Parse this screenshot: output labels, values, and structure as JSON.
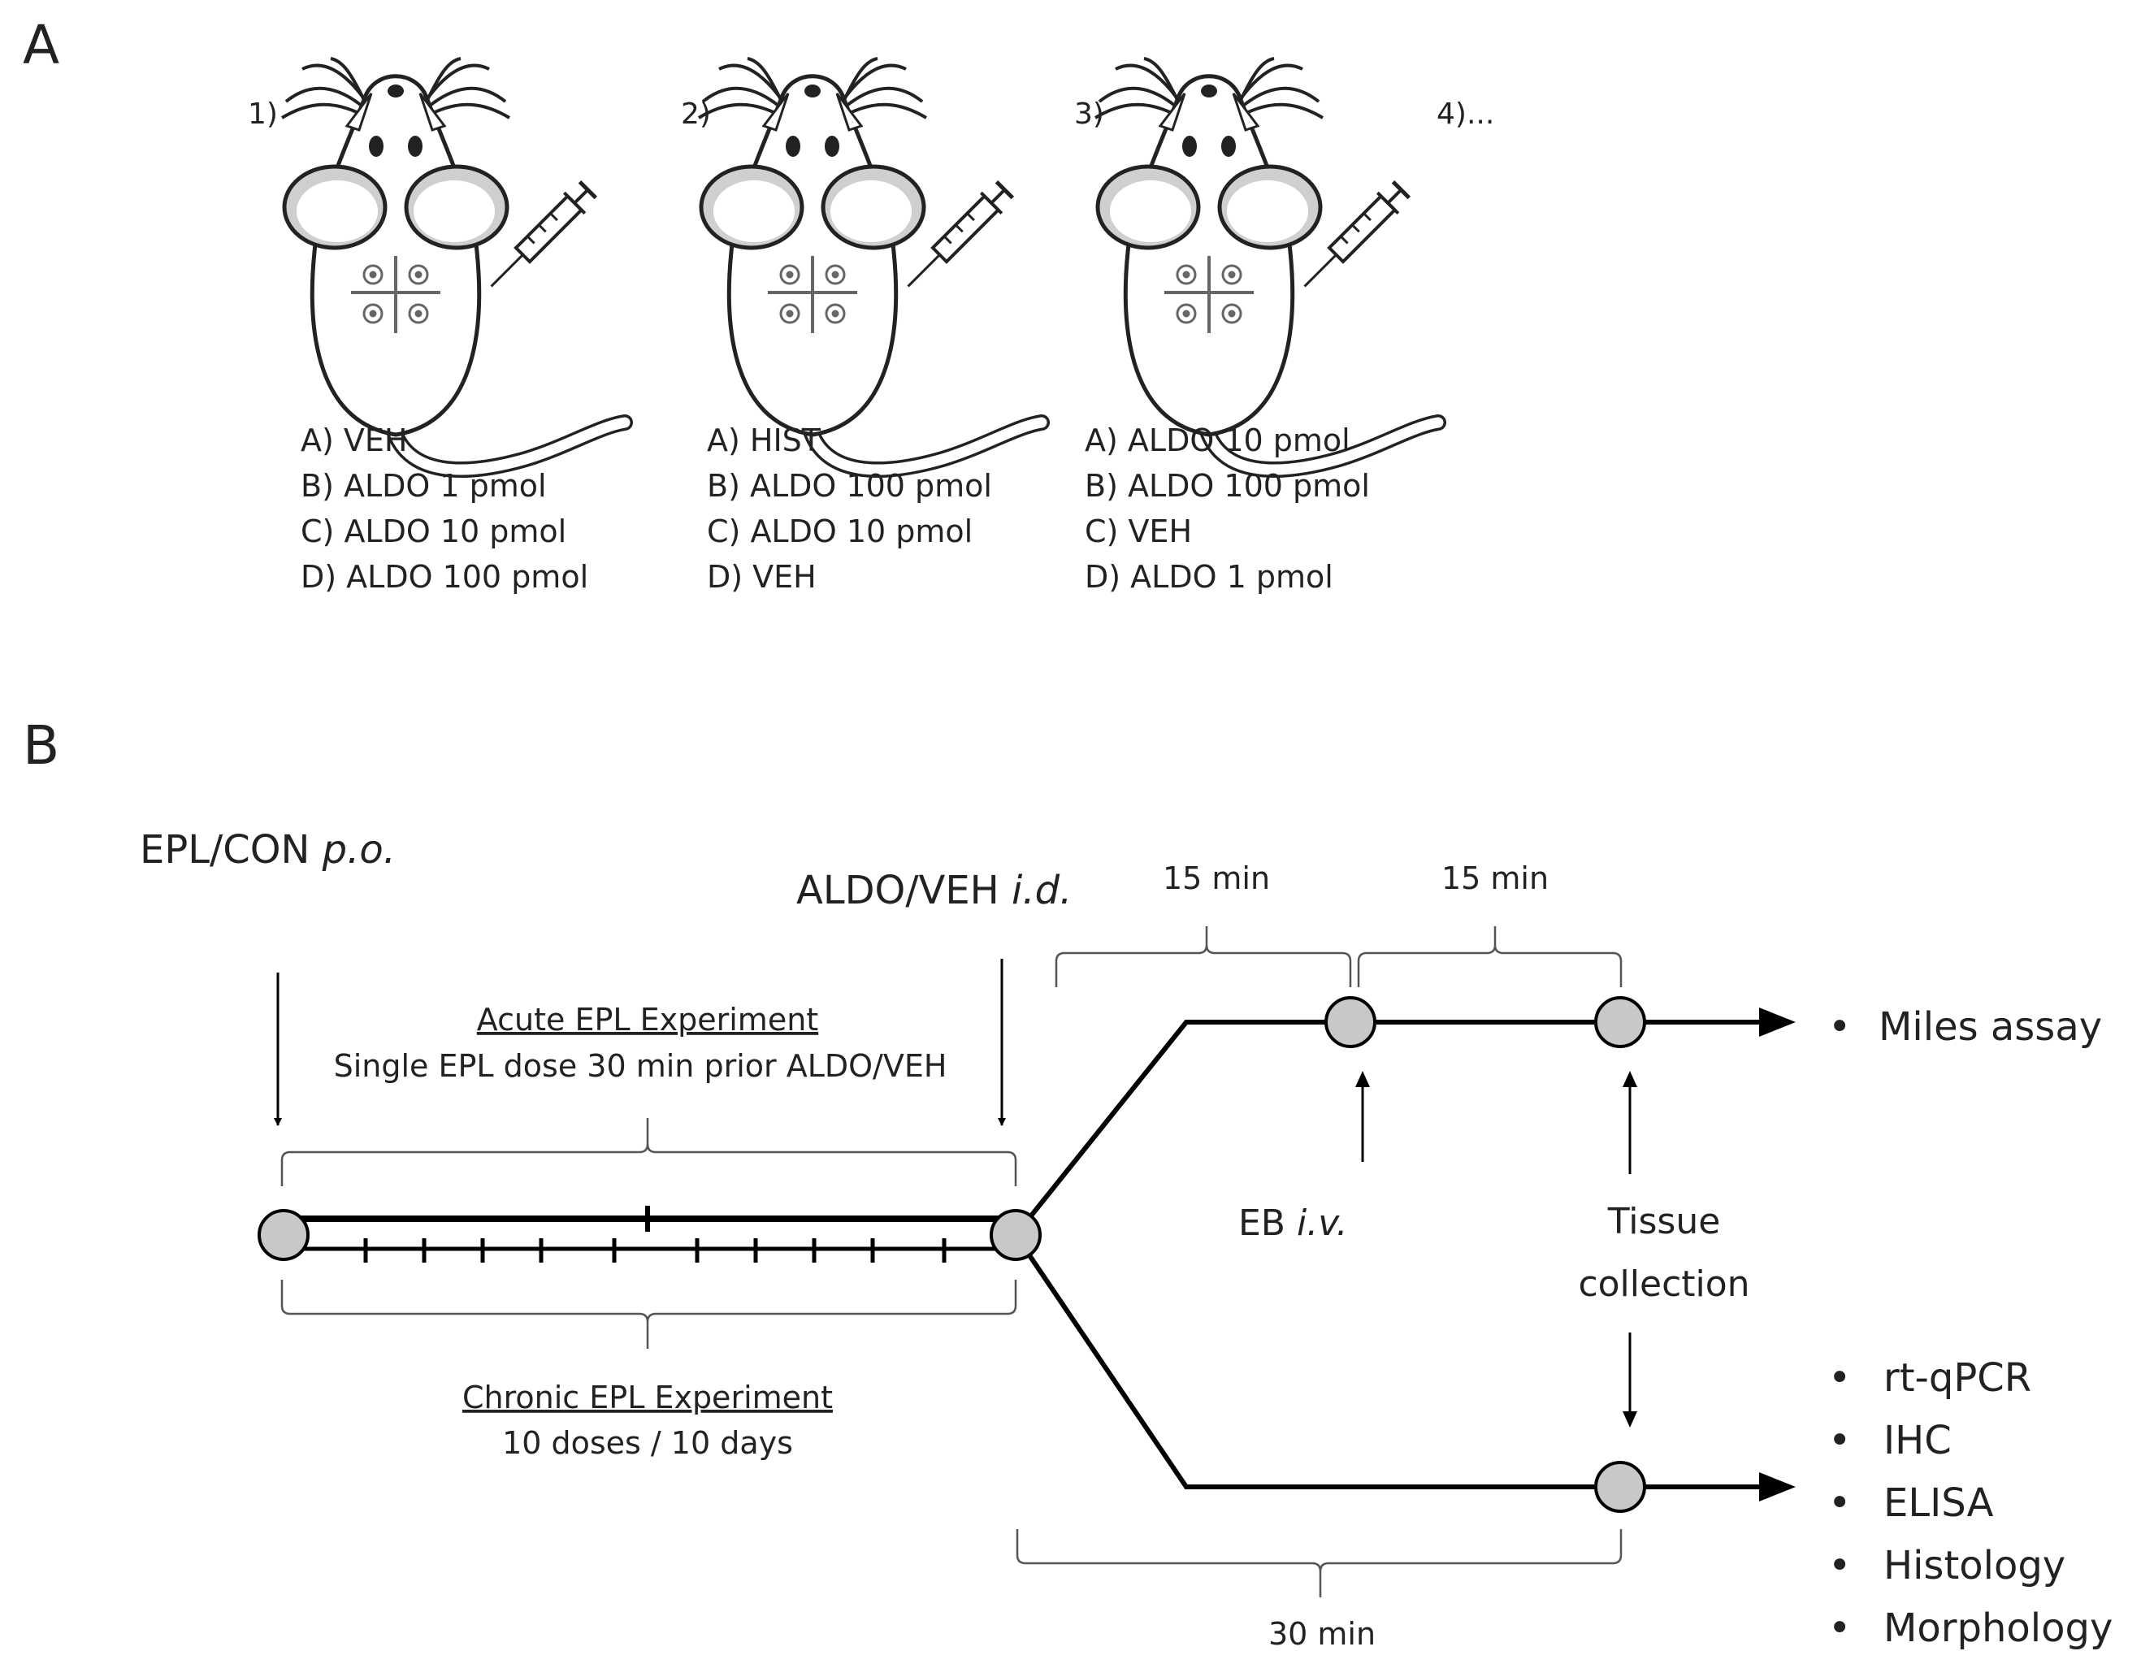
{
  "panel_a": {
    "label": "A",
    "mice": [
      {
        "number": "1)",
        "sites": [
          "A) VEH",
          "B) ALDO 1 pmol",
          "C) ALDO 10 pmol",
          "D) ALDO 100 pmol"
        ]
      },
      {
        "number": "2)",
        "sites": [
          "A) HIST",
          "B) ALDO 100 pmol",
          "C) ALDO 10 pmol",
          "D) VEH"
        ]
      },
      {
        "number": "3)",
        "sites": [
          "A) ALDO 10 pmol",
          "B) ALDO 100 pmol",
          "C) VEH",
          "D) ALDO 1 pmol"
        ]
      }
    ],
    "more": "4)..."
  },
  "panel_b": {
    "label": "B",
    "epl_con_prefix": "EPL/CON ",
    "epl_con_route": "p.o.",
    "aldo_veh_prefix": "ALDO/VEH ",
    "aldo_veh_route": "i.d.",
    "acute_title": "Acute EPL Experiment",
    "acute_desc": "Single EPL dose 30 min prior ALDO/VEH",
    "chronic_title": "Chronic EPL Experiment",
    "chronic_desc": "10 doses / 10 days",
    "interval_1": "15 min",
    "interval_2": "15 min",
    "interval_3": "30 min",
    "eb_prefix": "EB ",
    "eb_route": "i.v.",
    "tissue_line1": "Tissue",
    "tissue_line2": "collection",
    "outputs_top": [
      "Miles assay"
    ],
    "outputs_bottom": [
      "rt-qPCR",
      "IHC",
      "ELISA",
      "Histology",
      "Morphology"
    ],
    "bullet": "•"
  }
}
